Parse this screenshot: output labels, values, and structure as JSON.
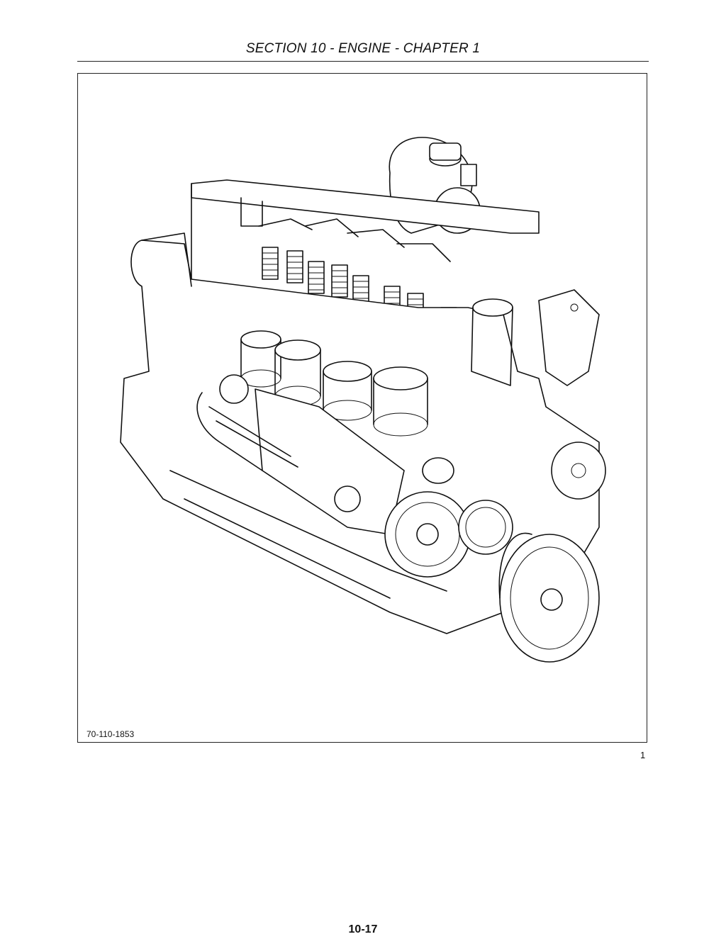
{
  "header": {
    "title": "SECTION 10 - ENGINE - CHAPTER 1"
  },
  "figure": {
    "id": "70-110-1853",
    "number": "1",
    "illustration_icon": "engine-cutaway-illustration"
  },
  "footer": {
    "page_number": "10-17"
  }
}
